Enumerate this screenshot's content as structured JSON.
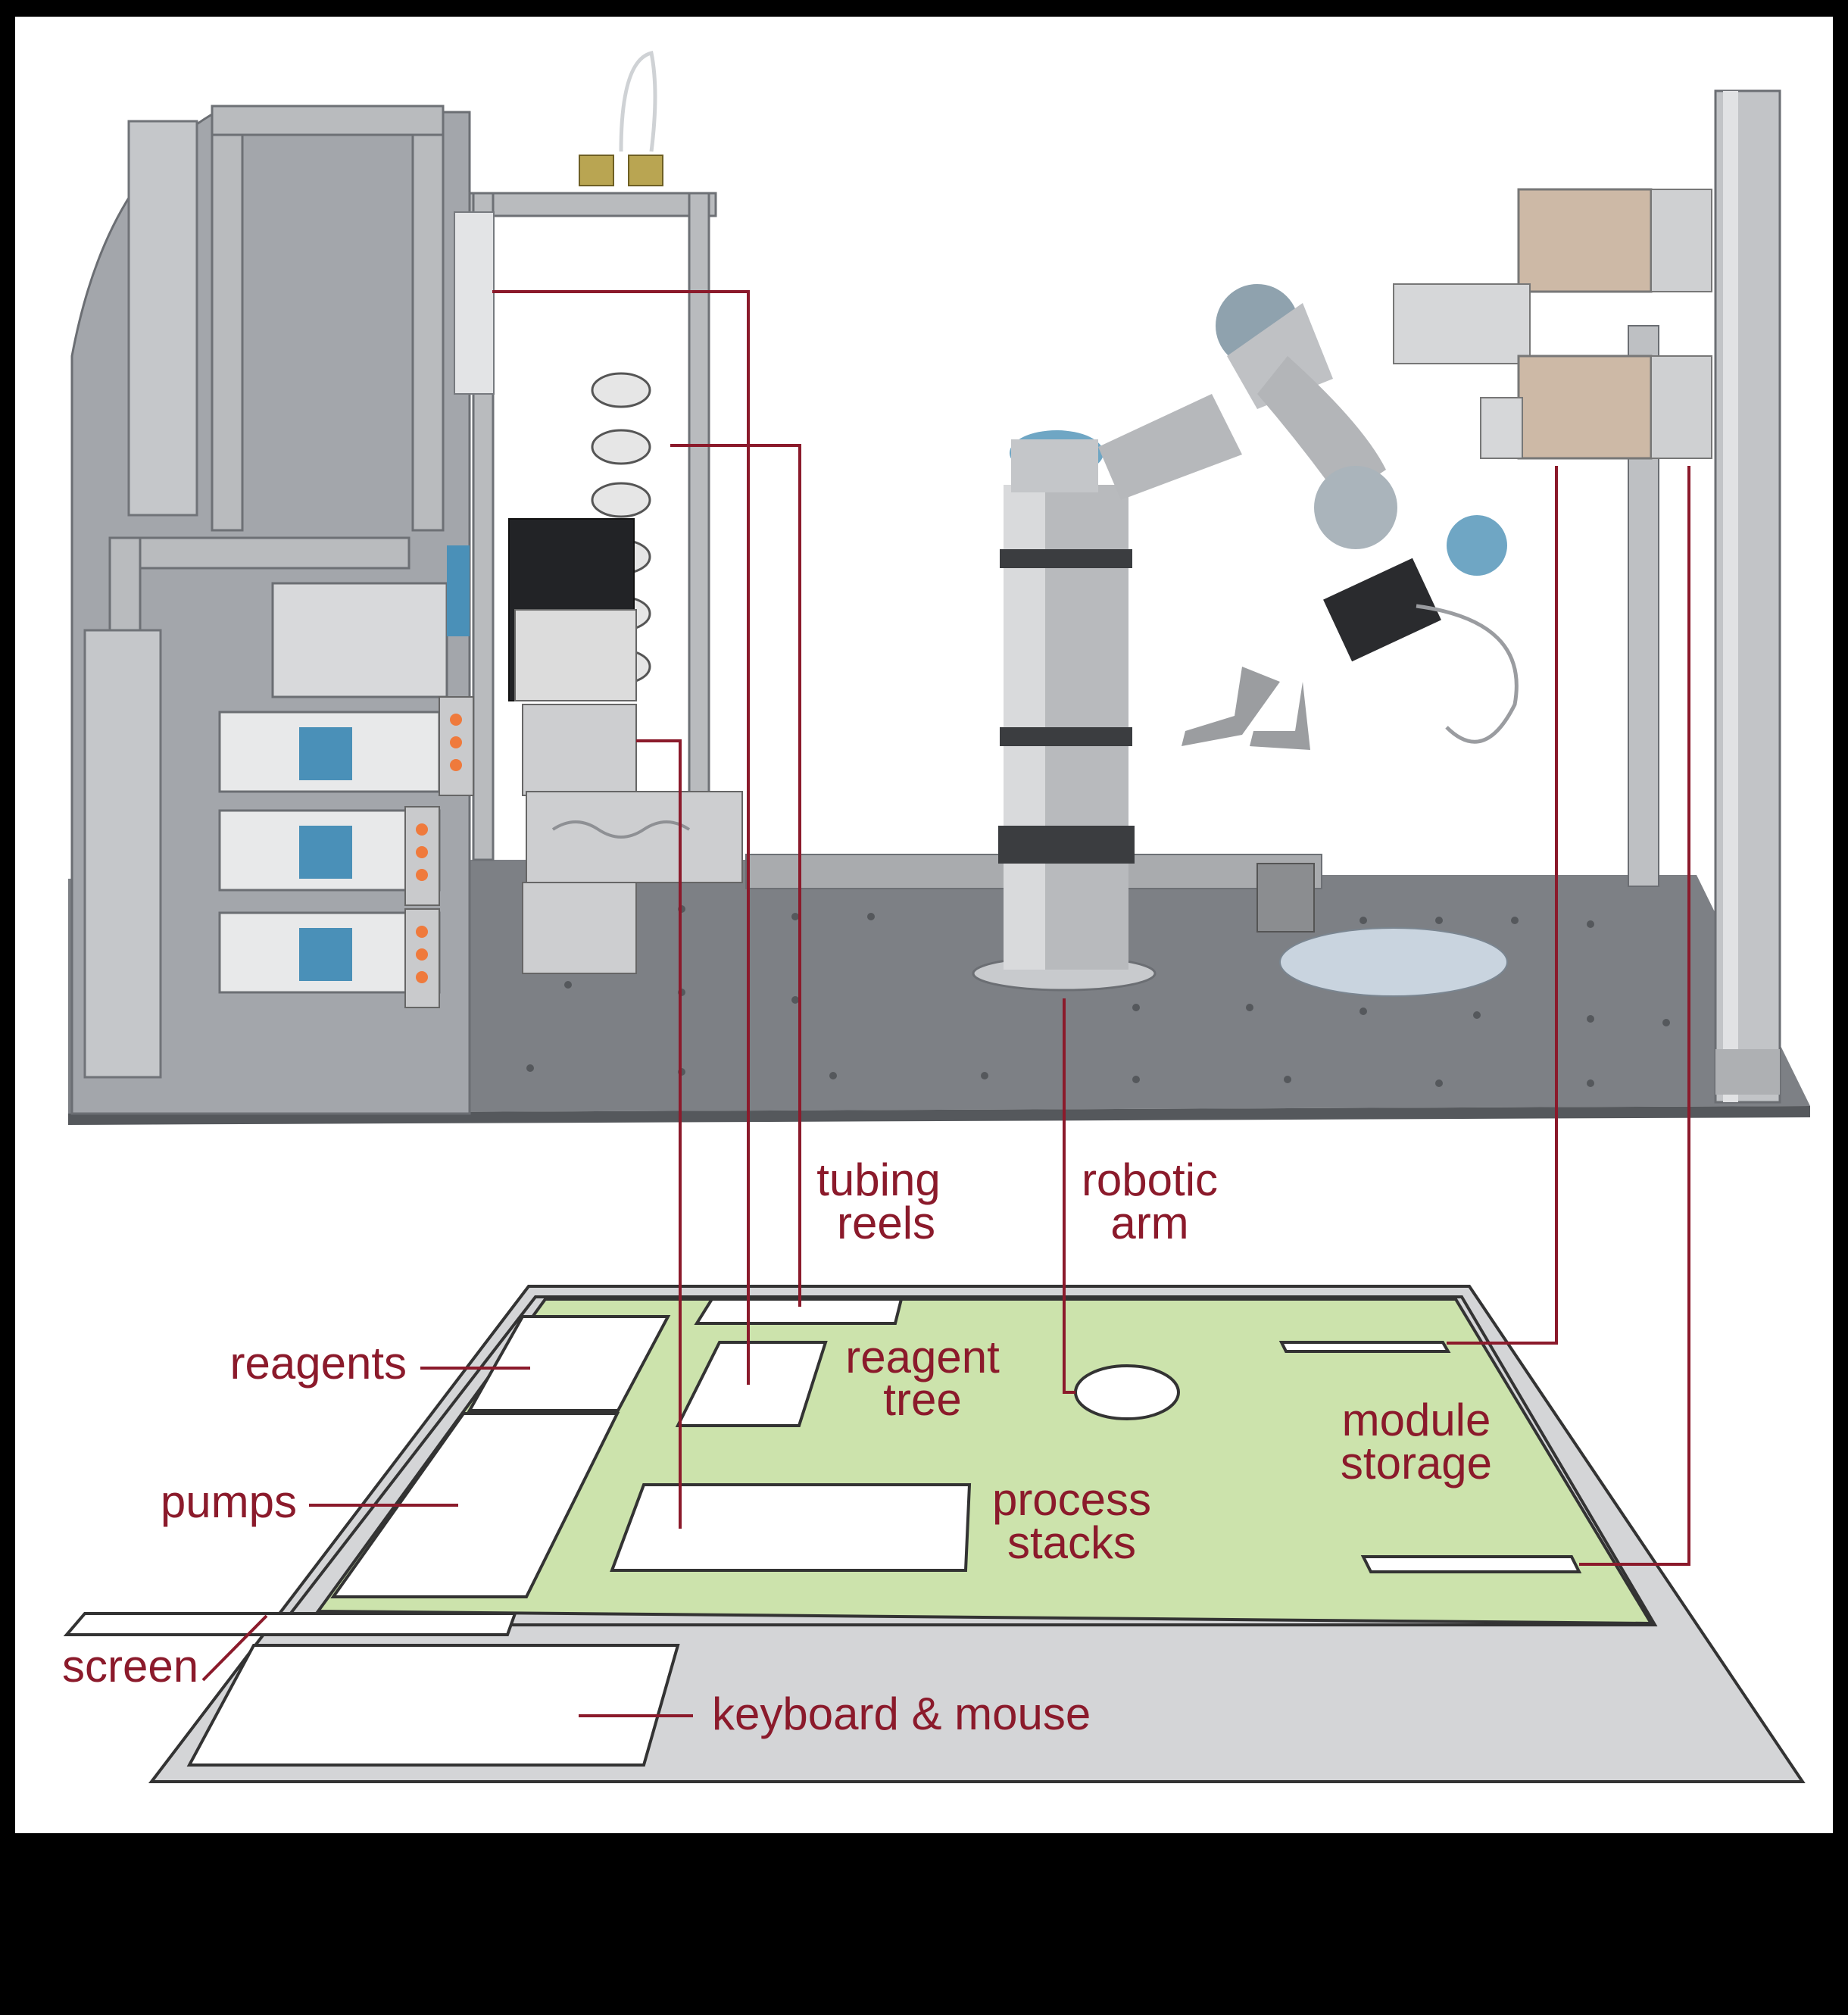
{
  "labels": {
    "tubing_reels": [
      "tubing",
      "reels"
    ],
    "robotic_arm": [
      "robotic",
      "arm"
    ],
    "reagents": "reagents",
    "reagent_tree": [
      "reagent",
      "tree"
    ],
    "module_storage": [
      "module",
      "storage"
    ],
    "pumps": "pumps",
    "process_stacks": [
      "process",
      "stacks"
    ],
    "screen": "screen",
    "keyboard_mouse": "keyboard & mouse"
  },
  "colors": {
    "label": "#8b1a2b",
    "deck_green": "#cce3ac",
    "floor_gray": "#d4d5d7",
    "outline": "#333333",
    "background": "#000000",
    "panel": "#ffffff"
  }
}
